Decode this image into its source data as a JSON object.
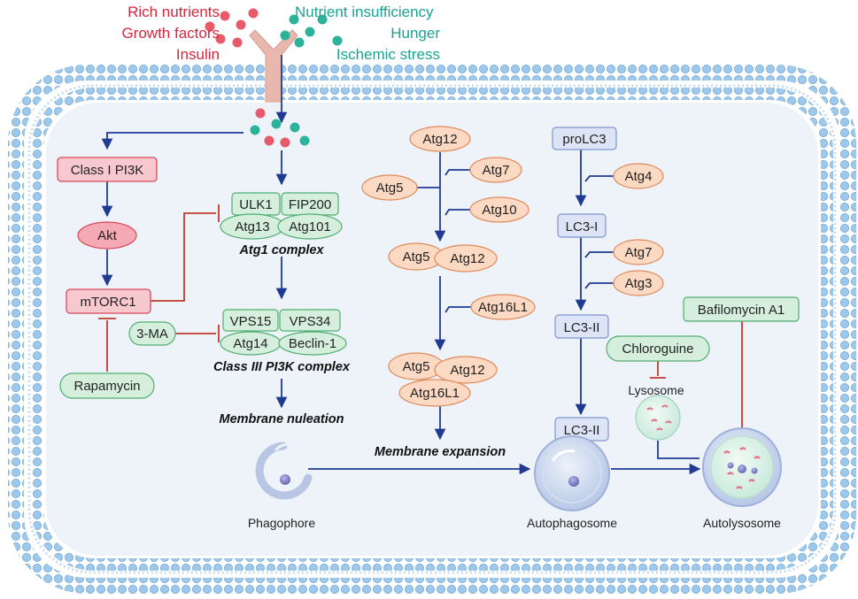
{
  "stimuli": {
    "positive": [
      "Rich nutrients",
      "Growth factors",
      "Insulin"
    ],
    "negative": [
      "Nutrient insufficiency",
      "Hunger",
      "Ischemic stress"
    ]
  },
  "left_path": {
    "class1_pi3k": "Class I PI3K",
    "akt": "Akt",
    "mtorc1": "mTORC1",
    "rapamycin": "Rapamycin"
  },
  "atg1_complex": {
    "ulk1": "ULK1",
    "fip200": "FIP200",
    "atg13": "Atg13",
    "atg101": "Atg101",
    "title": "Atg1 complex"
  },
  "pi3k3_complex": {
    "vps15": "VPS15",
    "vps34": "VPS34",
    "atg14": "Atg14",
    "beclin": "Beclin-1",
    "title": "Class III PI3K complex",
    "inhibitor": "3-MA"
  },
  "nucleation_label": "Membrane nuleation",
  "conjugation": {
    "atg12": "Atg12",
    "atg7": "Atg7",
    "atg5": "Atg5",
    "atg10": "Atg10",
    "pair_atg5": "Atg5",
    "pair_atg12": "Atg12",
    "atg16l1": "Atg16L1",
    "tri_atg5": "Atg5",
    "tri_atg12": "Atg12",
    "tri_atg16l1": "Atg16L1"
  },
  "expansion_label": "Membrane expansion",
  "lc3": {
    "prolc3": "proLC3",
    "atg4": "Atg4",
    "lc3_1": "LC3-I",
    "atg7": "Atg7",
    "atg3": "Atg3",
    "lc3_2": "LC3-II",
    "lc3_2b": "LC3-II"
  },
  "chloroquine": "Chloroguine",
  "bafilomycin": "Bafilomycin A1",
  "lysosome": "Lysosome",
  "structures": {
    "phagophore": "Phagophore",
    "autophagosome": "Autophagosome",
    "autolysosome": "Autolysosome"
  },
  "colors": {
    "positive": "#d7263d",
    "negative": "#1aa393",
    "arrow": "#1f3a93",
    "inhibit": "#c0392b",
    "pink_fill": "#f7c9cf",
    "green_fill": "#d6efdc",
    "peach_fill": "#fbd9c2",
    "blue_fill": "#dce4f5"
  }
}
